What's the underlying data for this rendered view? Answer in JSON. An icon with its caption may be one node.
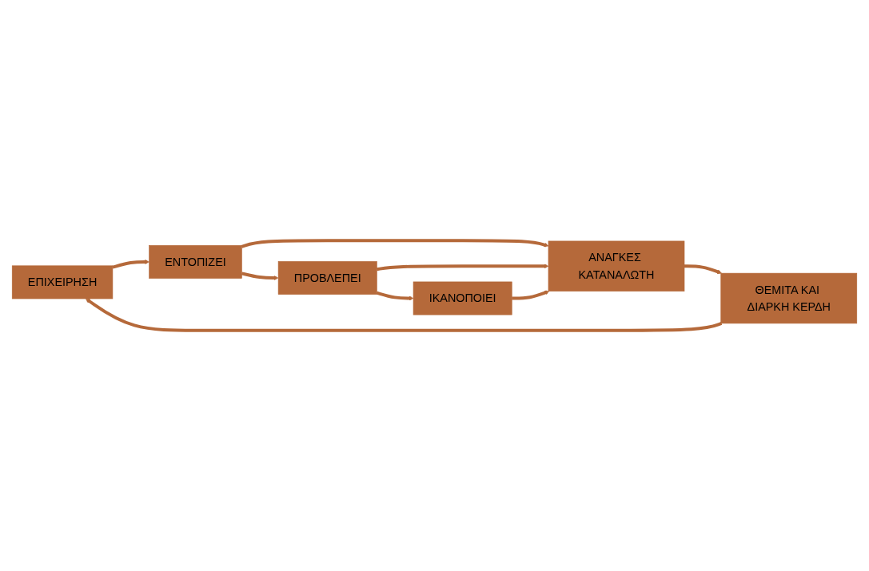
{
  "diagram": {
    "nodes": [
      {
        "text": [
          "ΕΠΙΧΕΙΡΗΣΗ"
        ]
      },
      {
        "text": [
          "ΕΝΤΟΠΙΖΕΙ"
        ]
      },
      {
        "text": [
          "ΠΡΟΒΛΕΠΕΙ"
        ]
      },
      {
        "text": [
          "ΙΚΑΝΟΠΟΙΕΙ"
        ]
      },
      {
        "text": [
          "ΑΝΑΓΚΕΣ ΚΑΤΑΝΑΛΩΤΗ"
        ]
      },
      {
        "text": [
          "ΘΕΜΙΤΑ ΚΑΙ ΔΙΑΡΚΗ ΚΕΡΔΗ"
        ]
      }
    ],
    "edges": [
      {
        "from": 0,
        "to": 1,
        "arrow": "to"
      },
      {
        "from": 1,
        "to": 2,
        "arrow": "to"
      },
      {
        "from": 2,
        "to": 3,
        "arrow": "to"
      },
      {
        "from": 1,
        "to": 4,
        "arrow": "to"
      },
      {
        "from": 2,
        "to": 4,
        "arrow": "to"
      },
      {
        "from": 3,
        "to": 4,
        "arrow": "to"
      },
      {
        "from": 4,
        "to": 5,
        "arrow": "to"
      },
      {
        "from": 5,
        "to": 0,
        "arrow": "to"
      }
    ]
  }
}
